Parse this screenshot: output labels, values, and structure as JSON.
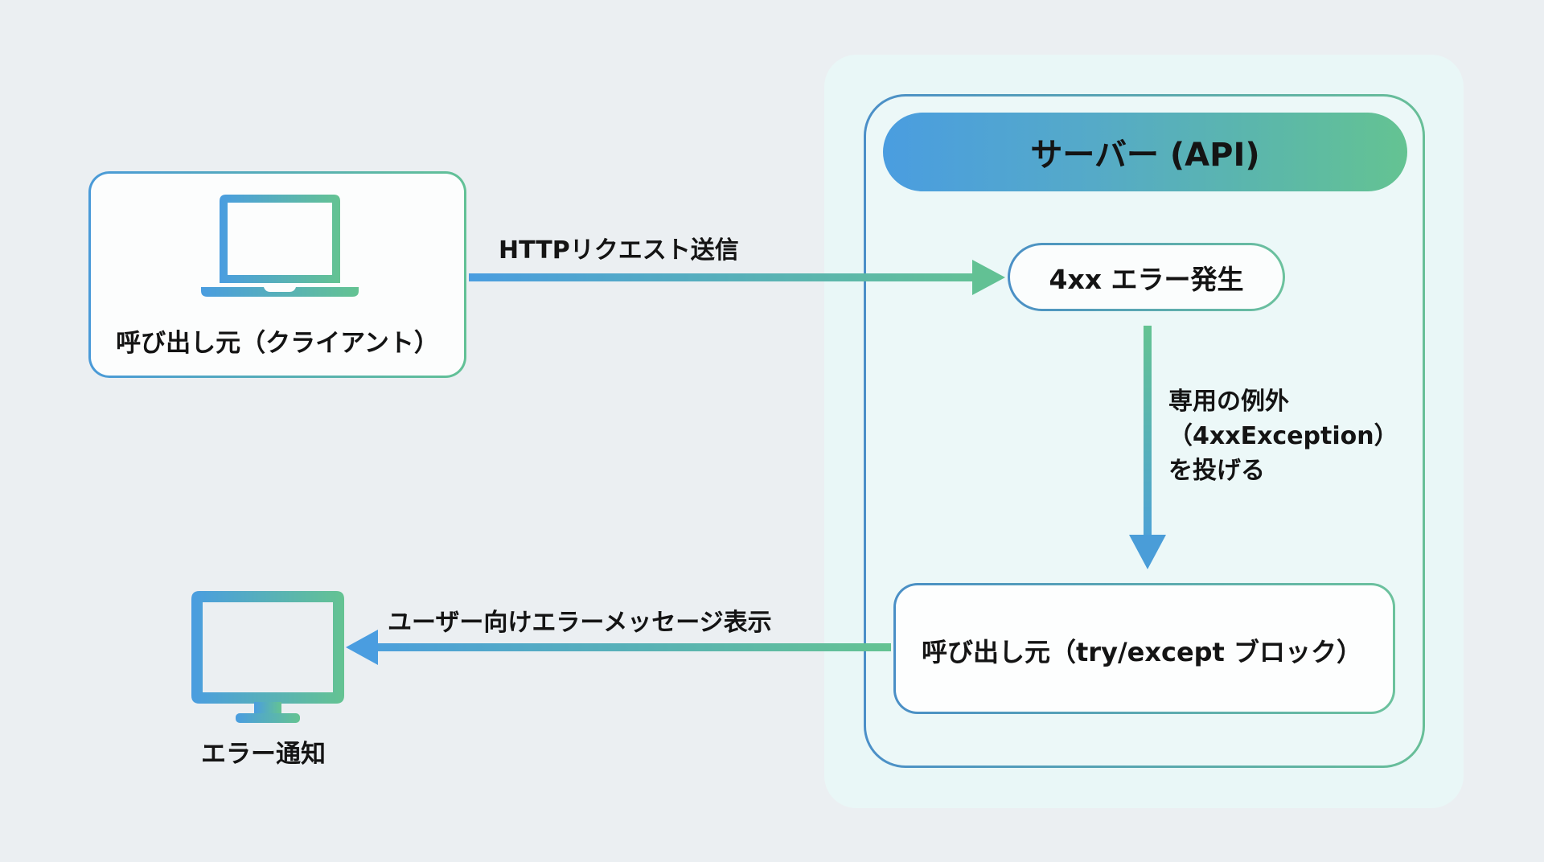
{
  "diagram": {
    "title": "4xxエラー処理フロー",
    "colors": {
      "gradient_start": "#4a9de0",
      "gradient_end": "#64c392",
      "background": "#ebeff2",
      "server_panel": "#e9f7f7"
    },
    "nodes": {
      "client": {
        "label": "呼び出し元（クライアント）",
        "icon": "laptop-icon"
      },
      "server": {
        "title": "サーバー (API)"
      },
      "error": {
        "label": "4xx エラー発生"
      },
      "handler": {
        "label": "呼び出し元（try/except ブロック）"
      },
      "notification": {
        "label": "エラー通知",
        "icon": "monitor-icon"
      }
    },
    "edges": [
      {
        "from": "client",
        "to": "error",
        "label": "HTTPリクエスト送信"
      },
      {
        "from": "error",
        "to": "handler",
        "label_lines": [
          "専用の例外",
          "（4xxException）",
          "を投げる"
        ]
      },
      {
        "from": "handler",
        "to": "notification",
        "label": "ユーザー向けエラーメッセージ表示"
      }
    ]
  }
}
